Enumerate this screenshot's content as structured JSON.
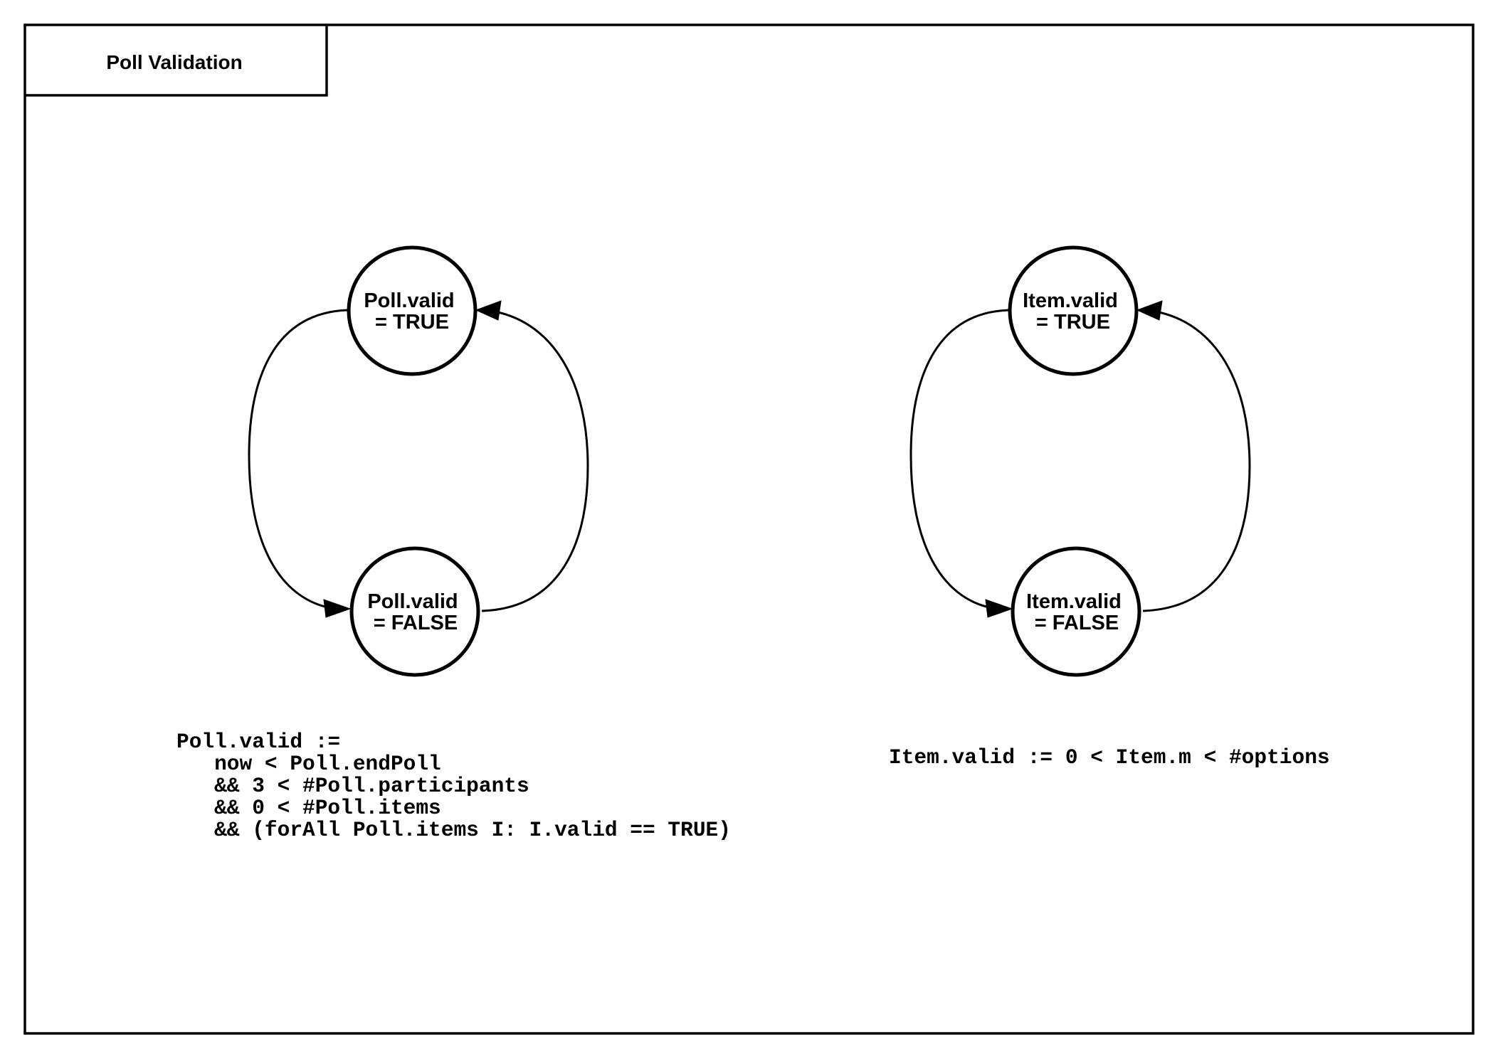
{
  "frame": {
    "title": "Poll Validation"
  },
  "diagrams": {
    "poll": {
      "state_true": {
        "line1": "Poll.valid",
        "line2": "= TRUE"
      },
      "state_false": {
        "line1": "Poll.valid",
        "line2": "= FALSE"
      },
      "definition_lines": [
        "Poll.valid :=",
        "   now < Poll.endPoll",
        "   && 3 < #Poll.participants",
        "   && 0 < #Poll.items",
        "   && (forAll Poll.items I: I.valid == TRUE)"
      ]
    },
    "item": {
      "state_true": {
        "line1": "Item.valid",
        "line2": "= TRUE"
      },
      "state_false": {
        "line1": "Item.valid",
        "line2": "= FALSE"
      },
      "definition": "Item.valid := 0 < Item.m < #options"
    }
  }
}
